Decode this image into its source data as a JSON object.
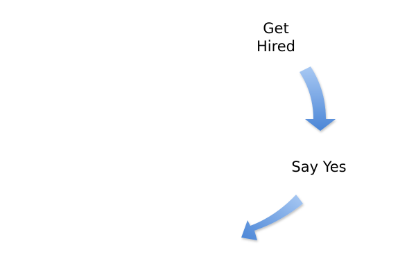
{
  "diagram": {
    "type": "cycle-flow",
    "steps": [
      {
        "label_line1": "Get",
        "label_line2": "Hired"
      },
      {
        "label": "Say Yes"
      }
    ],
    "arrows": [
      {
        "from": "Get Hired",
        "to": "Say Yes",
        "direction": "down"
      },
      {
        "from": "Say Yes",
        "to": "next",
        "direction": "down-left"
      }
    ],
    "colors": {
      "arrow_light": "#a9c9f3",
      "arrow_dark": "#4a85d6",
      "text": "#000000"
    }
  }
}
